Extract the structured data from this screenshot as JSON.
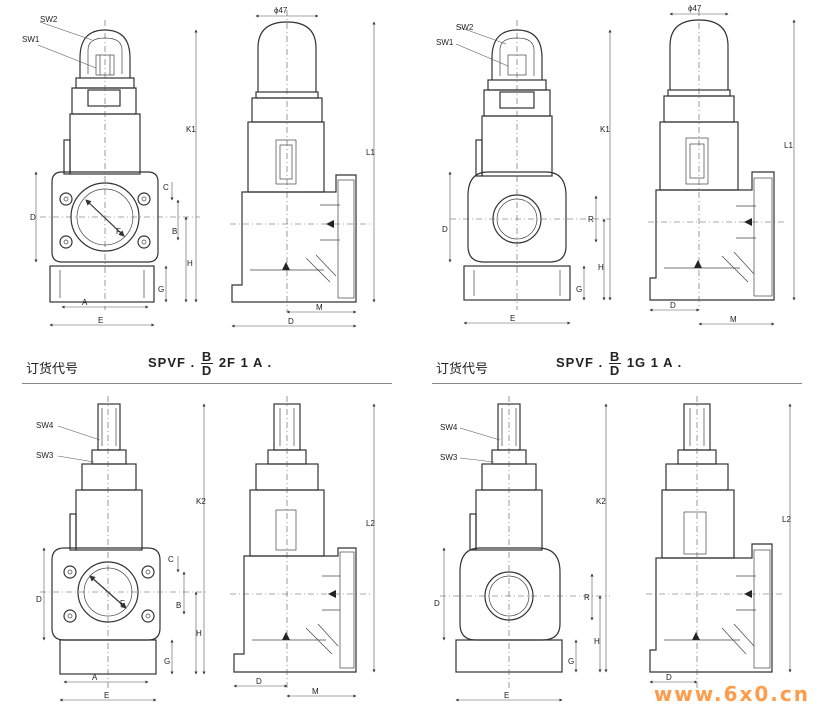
{
  "labels": {
    "sw1": "SW1",
    "sw2": "SW2",
    "sw3": "SW3",
    "sw4": "SW4",
    "phi47": "ϕ47",
    "A": "A",
    "B": "B",
    "C": "C",
    "D": "D",
    "E": "E",
    "F": "F",
    "G": "G",
    "H": "H",
    "K1": "K1",
    "K2": "K2",
    "L1": "L1",
    "L2": "L2",
    "M": "M",
    "R": "R"
  },
  "order_rows": [
    {
      "caption": "订货代号",
      "prefix": "SPVF .",
      "num": "B",
      "den": "D",
      "suffix": "2F 1 A ."
    },
    {
      "caption": "订货代号",
      "prefix": "SPVF .",
      "num": "B",
      "den": "D",
      "suffix": "1G 1 A ."
    }
  ],
  "watermark": "www.6x0.cn"
}
